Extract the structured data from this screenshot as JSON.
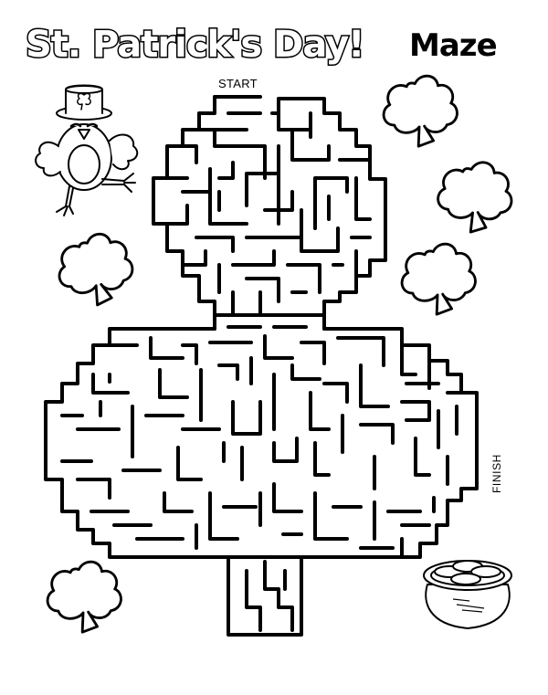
{
  "page": {
    "title_outlined": "St. Patrick's Day!",
    "title_solid": "Maze",
    "start_label": "START",
    "finish_label": "FINISH"
  },
  "illustrations": {
    "character": "leprechaun-hat-bird",
    "pot": "pot-of-gold-coins",
    "shamrock_count": 6
  },
  "colors": {
    "ink": "#000000",
    "paper": "#ffffff"
  }
}
